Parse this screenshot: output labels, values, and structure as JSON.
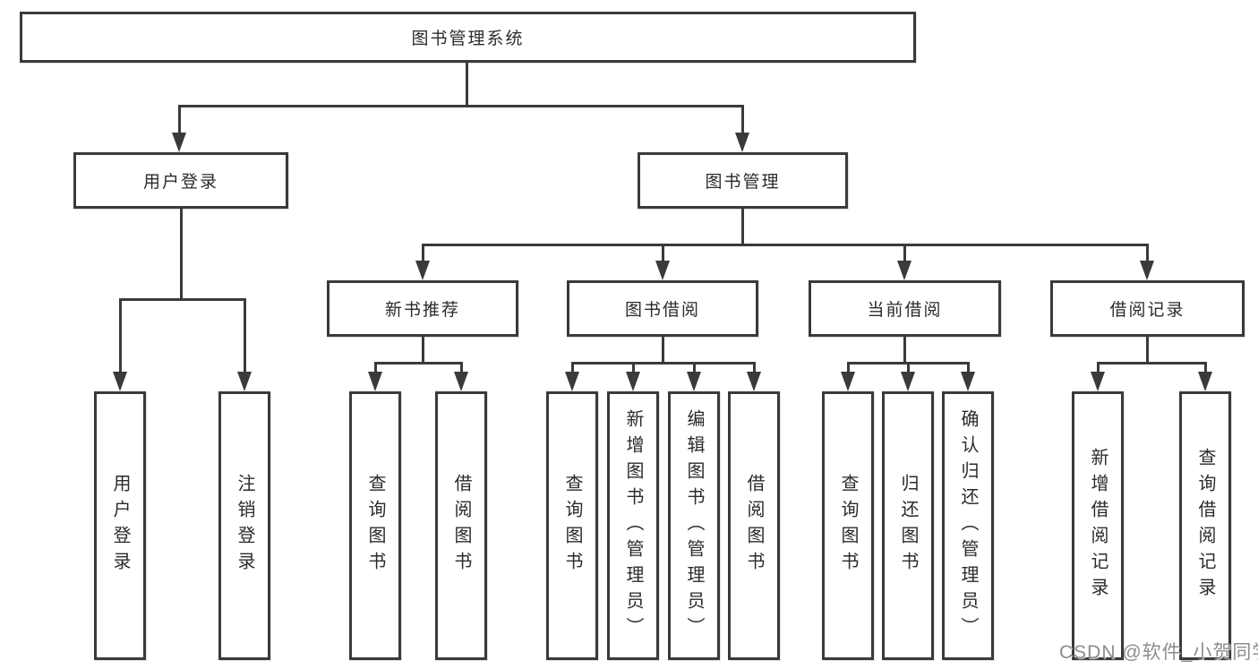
{
  "tree": {
    "root": "图书管理系统",
    "login": {
      "label": "用户登录",
      "leaves": [
        "用户登录",
        "注销登录"
      ]
    },
    "management": {
      "label": "图书管理",
      "groups": [
        {
          "label": "新书推荐",
          "leaves": [
            "查询图书",
            "借阅图书"
          ]
        },
        {
          "label": "图书借阅",
          "leaves": [
            "查询图书",
            "新增图书（管理员）",
            "编辑图书（管理员）",
            "借阅图书"
          ]
        },
        {
          "label": "当前借阅",
          "leaves": [
            "查询图书",
            "归还图书",
            "确认归还（管理员）"
          ]
        },
        {
          "label": "借阅记录",
          "leaves": [
            "新增借阅记录",
            "查询借阅记录"
          ]
        }
      ]
    }
  },
  "watermark": "CSDN @软件_小贺同学",
  "colors": {
    "line": "#3a3a3a",
    "text": "#2b2b2b",
    "box_background": "#ffffff",
    "watermark": "#828282"
  }
}
